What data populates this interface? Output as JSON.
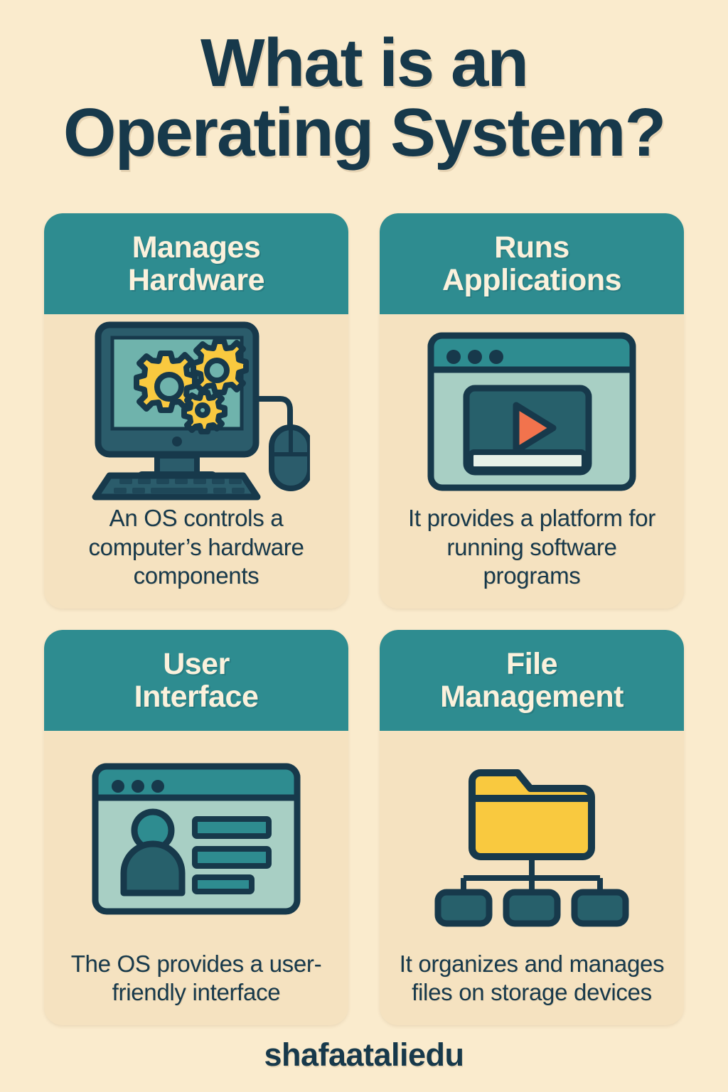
{
  "title": {
    "line1": "What is an",
    "line2": "Operating System?"
  },
  "footer": {
    "handle": "shafaataliedu"
  },
  "colors": {
    "background": "#FAEBCD",
    "card_body": "#F5E2C0",
    "header_teal": "#2E8C90",
    "header_text": "#FBF1DC",
    "text_dark": "#17394B",
    "outline_navy": "#1B3A4B",
    "screen_teal": "#6FB3AC",
    "panel_mint": "#A8CFC4",
    "panel_dark_teal": "#27606B",
    "accent_yellow": "#F9C93F",
    "accent_orange": "#F2734D",
    "device_slate": "#2B5C6B"
  },
  "cards": [
    {
      "id": "manages-hardware",
      "header_line1": "Manages",
      "header_line2": "Hardware",
      "icon": "computer-gears-icon",
      "caption": "An OS controls a computer’s hardware components"
    },
    {
      "id": "runs-applications",
      "header_line1": "Runs",
      "header_line2": "Applications",
      "icon": "app-window-play-icon",
      "caption": "It provides a platform for running software programs"
    },
    {
      "id": "user-interface",
      "header_line1": "User",
      "header_line2": "Interface",
      "icon": "ui-profile-window-icon",
      "caption": "The OS provides a user-friendly interface"
    },
    {
      "id": "file-management",
      "header_line1": "File",
      "header_line2": "Management",
      "icon": "folder-tree-icon",
      "caption": "It organizes and manages files on storage devices"
    }
  ]
}
